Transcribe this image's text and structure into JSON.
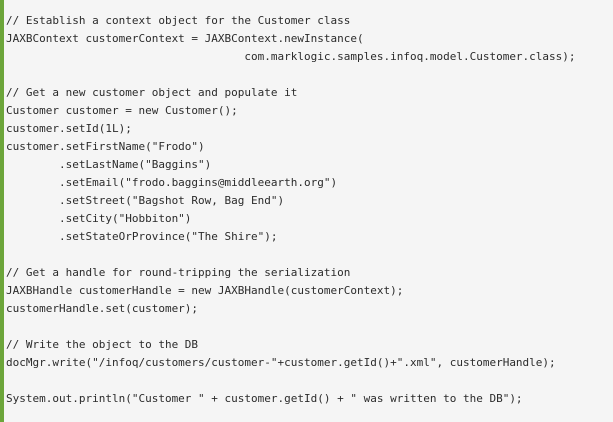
{
  "code": {
    "lines": [
      "// Establish a context object for the Customer class",
      "JAXBContext customerContext = JAXBContext.newInstance(",
      "                                    com.marklogic.samples.infoq.model.Customer.class);",
      "",
      "// Get a new customer object and populate it",
      "Customer customer = new Customer();",
      "customer.setId(1L);",
      "customer.setFirstName(\"Frodo\")",
      "        .setLastName(\"Baggins\")",
      "        .setEmail(\"frodo.baggins@middleearth.org\")",
      "        .setStreet(\"Bagshot Row, Bag End\")",
      "        .setCity(\"Hobbiton\")",
      "        .setStateOrProvince(\"The Shire\");",
      "",
      "// Get a handle for round-tripping the serialization",
      "JAXBHandle customerHandle = new JAXBHandle(customerContext);",
      "customerHandle.set(customer);",
      "",
      "// Write the object to the DB",
      "docMgr.write(\"/infoq/customers/customer-\"+customer.getId()+\".xml\", customerHandle);",
      "",
      "System.out.println(\"Customer \" + customer.getId() + \" was written to the DB\");"
    ]
  },
  "colors": {
    "accent_border": "#6ca53a",
    "background": "#f5f5f5",
    "text": "#2b2b2b"
  }
}
